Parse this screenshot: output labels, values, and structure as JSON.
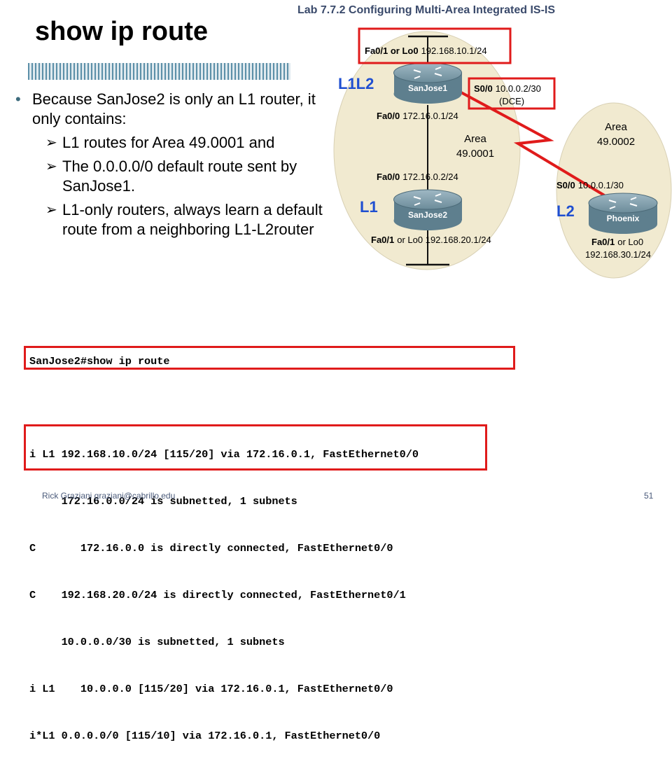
{
  "header": {
    "lab_title": "Lab 7.7.2 Configuring Multi-Area Integrated IS-IS",
    "slide_title": "show ip route"
  },
  "bullets": {
    "main": "Because SanJose2 is only an L1 router, it only contains:",
    "subs": [
      "L1 routes for Area 49.0001 and",
      "The 0.0.0.0/0 default route sent by SanJose1.",
      "L1-only routers, always learn a default route from a neighboring L1-L2router"
    ]
  },
  "diagram": {
    "sanjose1": {
      "name": "SanJose1",
      "level": "L1L2",
      "fa01_prefix": "Fa0/1 or Lo0",
      "fa01_ip": "192.168.10.1/24",
      "fa00_prefix": "Fa0/0",
      "fa00_ip": "172.16.0.1/24",
      "s00_prefix": "S0/0",
      "s00_ip": "10.0.0.2/30",
      "dce": "(DCE)"
    },
    "sanjose2": {
      "name": "SanJose2",
      "level": "L1",
      "fa00_prefix": "Fa0/0",
      "fa00_ip": "172.16.0.2/24",
      "fa01_prefix": "Fa0/1",
      "fa01_rest": "or Lo0 192.168.20.1/24"
    },
    "phoenix": {
      "name": "Phoenix",
      "level": "L2",
      "s00_prefix": "S0/0",
      "s00_ip": "10.0.0.1/30",
      "fa01_prefix": "Fa0/1",
      "fa01_rest": "or Lo0",
      "fa01_ip": "192.168.30.1/24"
    },
    "area1": {
      "label": "Area",
      "id": "49.0001"
    },
    "area2": {
      "label": "Area",
      "id": "49.0002"
    }
  },
  "cli": {
    "lines": [
      "SanJose2#show ip route",
      "",
      "i L1 192.168.10.0/24 [115/20] via 172.16.0.1, FastEthernet0/0",
      "     172.16.0.0/24 is subnetted, 1 subnets",
      "C       172.16.0.0 is directly connected, FastEthernet0/0",
      "C    192.168.20.0/24 is directly connected, FastEthernet0/1",
      "     10.0.0.0/30 is subnetted, 1 subnets",
      "i L1    10.0.0.0 [115/20] via 172.16.0.1, FastEthernet0/0",
      "i*L1 0.0.0.0/0 [115/10] via 172.16.0.1, FastEthernet0/0"
    ]
  },
  "footer": {
    "author": "Rick Graziani  graziani@cabrillo.edu",
    "page": "51"
  },
  "colors": {
    "highlight_red": "#e01b1b",
    "level_label_blue": "#1f4fd1",
    "area_fill": "#f1ead0",
    "router_body": "#6c8c9a"
  }
}
